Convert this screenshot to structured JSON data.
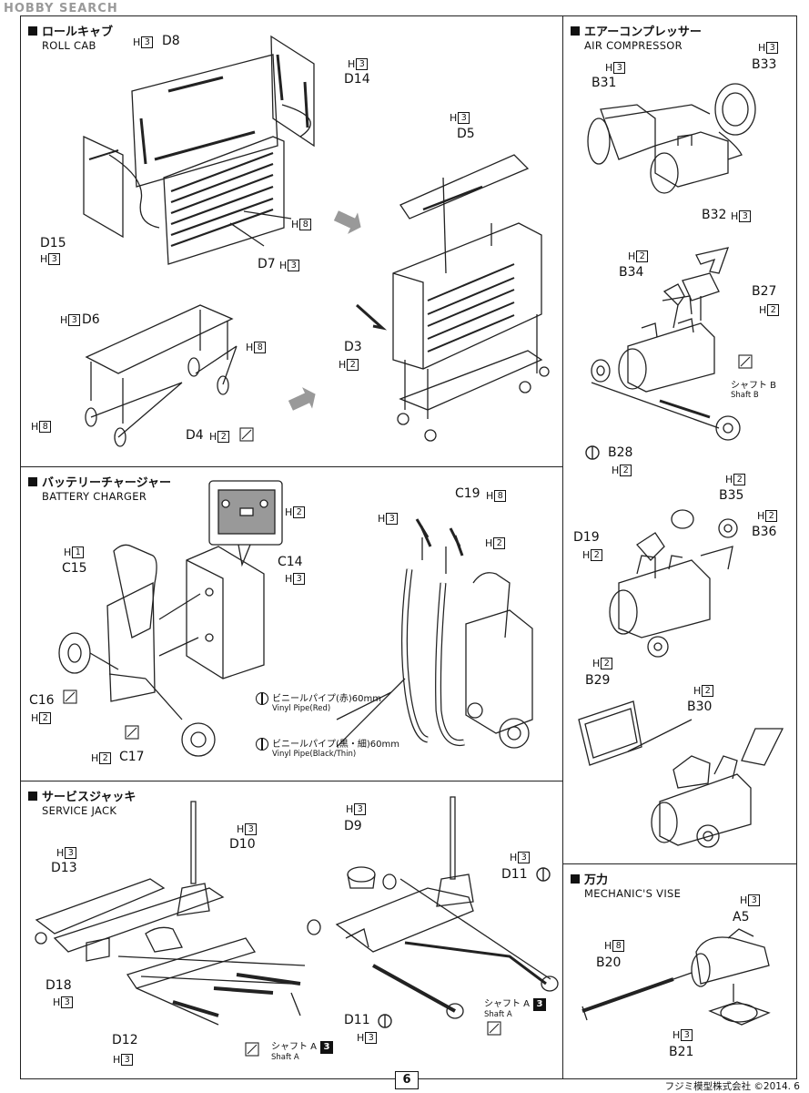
{
  "watermark": "HOBBY SEARCH",
  "page_number": "6",
  "copyright": "フジミ模型株式会社 ©2014. 6",
  "roll_cab": {
    "title_jp": "ロールキャブ",
    "title_en": "ROLL CAB",
    "labels": {
      "d8": "D8",
      "d14": "D14",
      "d5": "D5",
      "d15": "D15",
      "d7": "D7",
      "d6": "D6",
      "d3": "D3",
      "d4": "D4"
    },
    "h3": "H",
    "n3": "3",
    "n8": "8",
    "n2": "2"
  },
  "battery": {
    "title_jp": "バッテリーチャージャー",
    "title_en": "BATTERY CHARGER",
    "labels": {
      "c15": "C15",
      "c14": "C14",
      "c16": "C16",
      "c17": "C17",
      "c19": "C19"
    },
    "pipe_red_jp": "ビニールパイプ(赤)60mm",
    "pipe_red_en": "Vinyl Pipe(Red)",
    "pipe_black_jp": "ビニールパイプ(黒・細)60mm",
    "pipe_black_en": "Vinyl Pipe(Black/Thin)"
  },
  "jack": {
    "title_jp": "サービスジャッキ",
    "title_en": "SERVICE JACK",
    "labels": {
      "d10": "D10",
      "d13": "D13",
      "d18": "D18",
      "d12": "D12",
      "d9": "D9",
      "d11a": "D11",
      "d11b": "D11"
    },
    "shaft_jp": "シャフト A",
    "shaft_en": "Shaft A",
    "shaft_num": "3"
  },
  "compressor": {
    "title_jp": "エアーコンプレッサー",
    "title_en": "AIR COMPRESSOR",
    "labels": {
      "b31": "B31",
      "b33": "B33",
      "b32": "B32",
      "b34": "B34",
      "b27": "B27",
      "b28": "B28",
      "b35": "B35",
      "b19": "D19",
      "b36": "B36",
      "b29": "B29",
      "b30": "B30"
    },
    "shaftb_jp": "シャフト B",
    "shaftb_en": "Shaft B"
  },
  "vise": {
    "title_jp": "万力",
    "title_en": "MECHANIC'S VISE",
    "labels": {
      "a5": "A5",
      "b20": "B20",
      "b21": "B21"
    }
  }
}
